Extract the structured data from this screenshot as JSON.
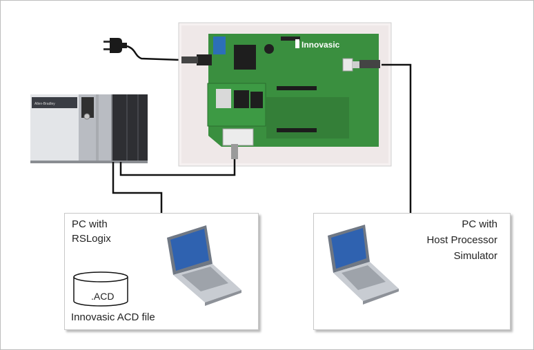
{
  "board": {
    "logo": "Innovasic"
  },
  "left_pc": {
    "line1": "PC with",
    "line2": "RSLogix",
    "file_ext": ".ACD",
    "caption": "Innovasic ACD file"
  },
  "right_pc": {
    "line1": "PC with",
    "line2": "Host Processor",
    "line3": "Simulator"
  },
  "colors": {
    "pcb_green": "#3a8f3f",
    "wire": "#111111",
    "screen_blue": "#2f62b0"
  }
}
